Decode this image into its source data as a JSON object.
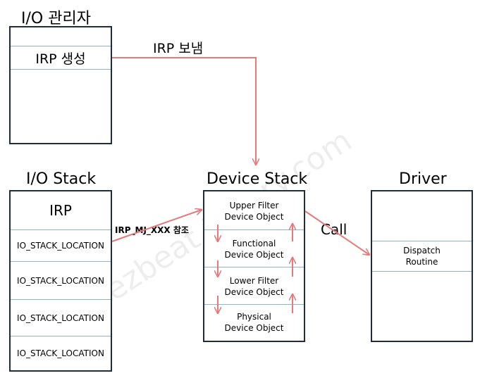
{
  "titles": {
    "io_manager": "I/O 관리자",
    "io_stack": "I/O Stack",
    "device_stack": "Device Stack",
    "driver": "Driver"
  },
  "io_manager": {
    "irp_create": "IRP 생성"
  },
  "io_stack": {
    "irp": "IRP",
    "locations": [
      "IO_STACK_LOCATION",
      "IO_STACK_LOCATION",
      "IO_STACK_LOCATION",
      "IO_STACK_LOCATION"
    ]
  },
  "device_stack": {
    "objects": [
      {
        "line1": "Upper Filter",
        "line2": "Device Object"
      },
      {
        "line1": "Functional",
        "line2": "Device Object"
      },
      {
        "line1": "Lower Filter",
        "line2": "Device Object"
      },
      {
        "line1": "Physical",
        "line2": "Device Object"
      }
    ]
  },
  "driver": {
    "dispatch_line1": "Dispatch",
    "dispatch_line2": "Routine"
  },
  "arrows": {
    "send_irp": "IRP 보냄",
    "irp_mj_ref": "IRP_MJ_XXX 참조",
    "call": "Call"
  },
  "watermark": "ezbeat.tistory.com",
  "colors": {
    "arrow": "#e8787a",
    "border": "#1f2d3a",
    "divider": "#8fb3c9"
  }
}
